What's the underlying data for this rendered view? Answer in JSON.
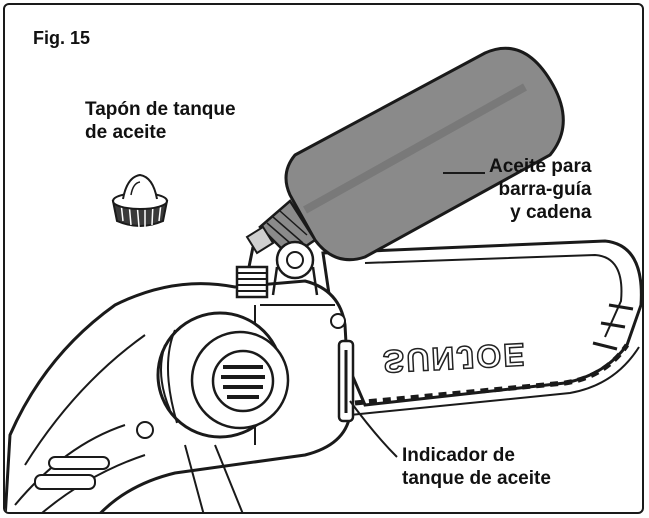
{
  "figure": {
    "label": "Fig. 15"
  },
  "callouts": {
    "cap": {
      "line1": "Tapón de tanque",
      "line2": "de aceite"
    },
    "oil": {
      "line1": "Aceite para",
      "line2": "barra-guía",
      "line3": "y cadena"
    },
    "indicator": {
      "line1": "Indicador de",
      "line2": "tanque de aceite"
    }
  },
  "brand": {
    "text": "SUNJOE"
  },
  "colors": {
    "line": "#1a1a1a",
    "bottle": "#8a8a8a",
    "bottle_shade": "#6e6e6e",
    "cap_fill": "#3a3a3a"
  }
}
